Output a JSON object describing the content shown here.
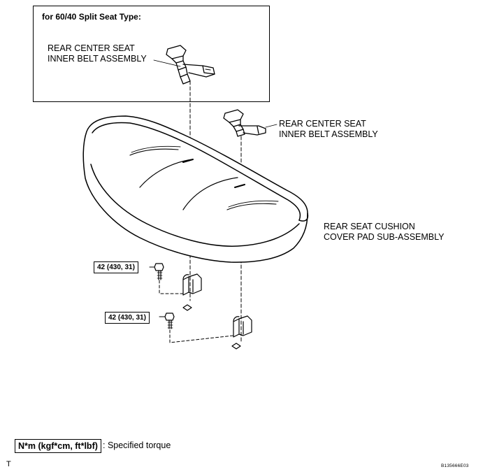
{
  "inset": {
    "title": "for 60/40 Split Seat Type:",
    "belt_label_line1": "REAR CENTER SEAT",
    "belt_label_line2": "INNER BELT ASSEMBLY"
  },
  "main": {
    "belt_label_line1": "REAR CENTER SEAT",
    "belt_label_line2": "INNER BELT ASSEMBLY",
    "cushion_label_line1": "REAR SEAT CUSHION",
    "cushion_label_line2": "COVER PAD SUB-ASSEMBLY",
    "torque_upper": "42 (430, 31)",
    "torque_lower": "42 (430, 31)"
  },
  "legend": {
    "unit_box": "N*m (kgf*cm, ft*lbf)",
    "description": ": Specified torque"
  },
  "corner_mark": "T",
  "figure_code": "B135666E03"
}
